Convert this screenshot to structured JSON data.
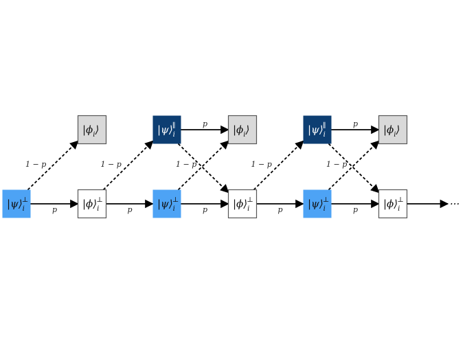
{
  "colors": {
    "light_blue": "#4da3f5",
    "dark_blue": "#0d3e72",
    "gray": "#d9d9d9",
    "white": "#ffffff",
    "edge": "#000000"
  },
  "nodes": [
    {
      "id": "n1",
      "ket": "|ψ⟩",
      "sup": "⊥",
      "sub": "i",
      "fill": "light_blue"
    },
    {
      "id": "n2",
      "ket": "|ϕ⟩",
      "sup": "⊥",
      "sub": "i",
      "fill": "white"
    },
    {
      "id": "n3",
      "ket": "|ψ⟩",
      "sup": "⊥",
      "sub": "i",
      "fill": "light_blue"
    },
    {
      "id": "n4",
      "ket": "|ϕ⟩",
      "sup": "⊥",
      "sub": "i",
      "fill": "white"
    },
    {
      "id": "n5",
      "ket": "|ψ⟩",
      "sup": "⊥",
      "sub": "i",
      "fill": "light_blue"
    },
    {
      "id": "n6",
      "ket": "|ϕ⟩",
      "sup": "⊥",
      "sub": "i",
      "fill": "white"
    },
    {
      "id": "t1",
      "ket": "|ϕ",
      "sup": "",
      "sub": "i",
      "close": "⟩",
      "fill": "gray"
    },
    {
      "id": "t2",
      "ket": "|ψ⟩",
      "sup": "∥",
      "sub": "i",
      "fill": "dark_blue"
    },
    {
      "id": "t3",
      "ket": "|ϕ",
      "sup": "",
      "sub": "i",
      "close": "⟩",
      "fill": "gray"
    },
    {
      "id": "t4",
      "ket": "|ψ⟩",
      "sup": "∥",
      "sub": "i",
      "fill": "dark_blue"
    },
    {
      "id": "t5",
      "ket": "|ϕ",
      "sup": "",
      "sub": "i",
      "close": "⟩",
      "fill": "gray"
    }
  ],
  "edges": [
    {
      "from": "n1",
      "to": "n2",
      "style": "solid",
      "label": "p"
    },
    {
      "from": "n2",
      "to": "n3",
      "style": "solid",
      "label": "p"
    },
    {
      "from": "n3",
      "to": "n4",
      "style": "solid",
      "label": "p"
    },
    {
      "from": "n4",
      "to": "n5",
      "style": "solid",
      "label": "p"
    },
    {
      "from": "n5",
      "to": "n6",
      "style": "solid",
      "label": "p"
    },
    {
      "from": "t2",
      "to": "t3",
      "style": "solid",
      "label": "p"
    },
    {
      "from": "t4",
      "to": "t5",
      "style": "solid",
      "label": "p"
    },
    {
      "from": "n1",
      "to": "t1",
      "style": "dashed",
      "label": "1 − p"
    },
    {
      "from": "n2",
      "to": "t2",
      "style": "dashed",
      "label": "1 − p"
    },
    {
      "from": "n3",
      "to": "t3",
      "style": "dashed",
      "label": "1 − p"
    },
    {
      "from": "n4",
      "to": "t4",
      "style": "dashed",
      "label": "1 − p"
    },
    {
      "from": "n5",
      "to": "t5",
      "style": "dashed",
      "label": "1 − p"
    },
    {
      "from": "t2",
      "to": "n4",
      "style": "dashed",
      "label": ""
    },
    {
      "from": "t4",
      "to": "n6",
      "style": "dashed",
      "label": ""
    }
  ],
  "continuation": "···"
}
